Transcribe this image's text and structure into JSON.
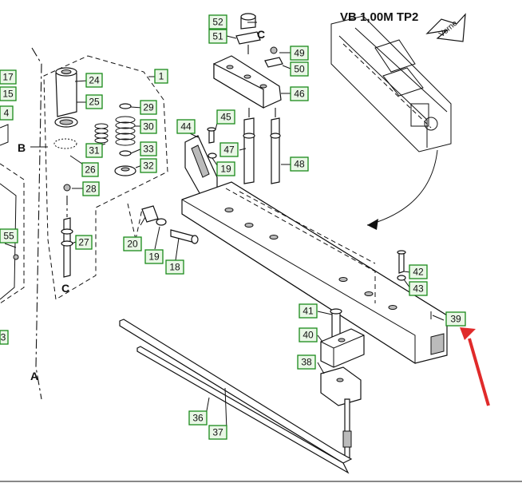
{
  "inset": {
    "title": "VB 1,00M TP2",
    "arrow_text": "Vorne"
  },
  "letters": {
    "a": "A",
    "b": "B",
    "c_top": "C",
    "c_bottom": "C"
  },
  "labels": {
    "l17": "17",
    "l15": "15",
    "l4": "4",
    "l55": "55",
    "l3": "3",
    "l24": "24",
    "l25": "25",
    "l26": "26",
    "l27": "27",
    "l28": "28",
    "l31": "31",
    "l29": "29",
    "l30": "30",
    "l33": "33",
    "l32": "32",
    "l1": "1",
    "l52": "52",
    "l51": "51",
    "l49": "49",
    "l50": "50",
    "l46": "46",
    "l45": "45",
    "l44": "44",
    "l47": "47",
    "l19a": "19",
    "l48": "48",
    "l20": "20",
    "l19b": "19",
    "l18": "18",
    "l42": "42",
    "l43": "43",
    "l41": "41",
    "l40": "40",
    "l39": "39",
    "l38": "38",
    "l36": "36",
    "l37": "37"
  },
  "colors": {
    "label_fill": "#e9f7e6",
    "label_border": "#1a8a1a",
    "pointer_arrow": "#e02a2a"
  }
}
